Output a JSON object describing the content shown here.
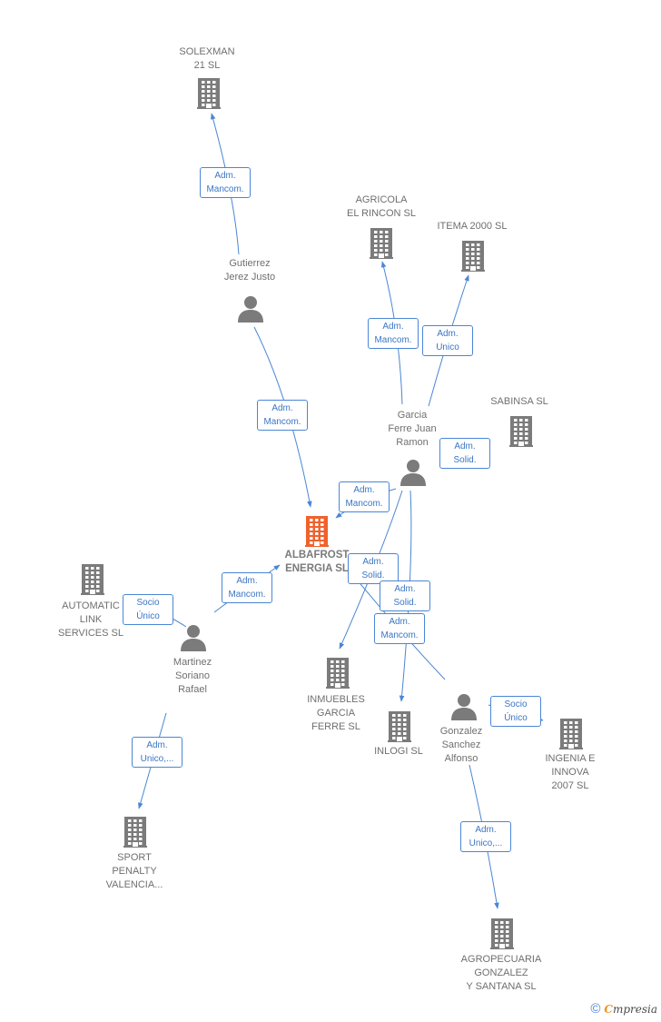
{
  "nodes": {
    "solexman": {
      "label": "SOLEXMAN\n21  SL",
      "kind": "company"
    },
    "gutierrez": {
      "label": "Gutierrez\nJerez Justo",
      "kind": "person"
    },
    "agricola": {
      "label": "AGRICOLA\nEL RINCON SL",
      "kind": "company"
    },
    "itema": {
      "label": "ITEMA 2000 SL",
      "kind": "company"
    },
    "sabinsa": {
      "label": "SABINSA SL",
      "kind": "company"
    },
    "garcia": {
      "label": "Garcia\nFerre Juan\nRamon",
      "kind": "person"
    },
    "albafrost": {
      "label": "ALBAFROST\nENERGIA  SL",
      "kind": "company-center"
    },
    "automatic": {
      "label": "AUTOMATIC\nLINK\nSERVICES  SL",
      "kind": "company"
    },
    "martinez": {
      "label": "Martinez\nSoriano\nRafael",
      "kind": "person"
    },
    "inmuebles": {
      "label": "INMUEBLES\nGARCIA\nFERRE SL",
      "kind": "company"
    },
    "inlogi": {
      "label": "INLOGI  SL",
      "kind": "company"
    },
    "gonzalez": {
      "label": "Gonzalez\nSanchez\nAlfonso",
      "kind": "person"
    },
    "ingenia": {
      "label": "INGENIA E\nINNOVA\n2007  SL",
      "kind": "company"
    },
    "sport": {
      "label": "SPORT\nPENALTY\nVALENCIA...",
      "kind": "company"
    },
    "agropecuaria": {
      "label": "AGROPECUARIA\nGONZALEZ\nY SANTANA  SL",
      "kind": "company"
    }
  },
  "edges": [
    {
      "id": "e1",
      "label": "Adm.\nMancom."
    },
    {
      "id": "e2",
      "label": "Adm.\nMancom."
    },
    {
      "id": "e3",
      "label": "Adm.\nMancom."
    },
    {
      "id": "e4",
      "label": "Adm.\nUnico"
    },
    {
      "id": "e5",
      "label": "Adm.\nSolid."
    },
    {
      "id": "e6",
      "label": "Adm.\nMancom."
    },
    {
      "id": "e7",
      "label": "Adm.\nSolid."
    },
    {
      "id": "e8",
      "label": "Adm.\nSolid."
    },
    {
      "id": "e9",
      "label": "Adm.\nMancom."
    },
    {
      "id": "e10",
      "label": "Adm.\nMancom."
    },
    {
      "id": "e11",
      "label": "Socio\nÚnico"
    },
    {
      "id": "e12",
      "label": "Adm.\nUnico,..."
    },
    {
      "id": "e13",
      "label": "Socio\nÚnico"
    },
    {
      "id": "e14",
      "label": "Adm.\nUnico,..."
    }
  ],
  "colors": {
    "company": "#7b7b7b",
    "center": "#f0622d",
    "edge": "#4a86d4"
  },
  "footer": {
    "copyright": "©",
    "brand_first": "C",
    "brand_rest": "mpresia"
  }
}
